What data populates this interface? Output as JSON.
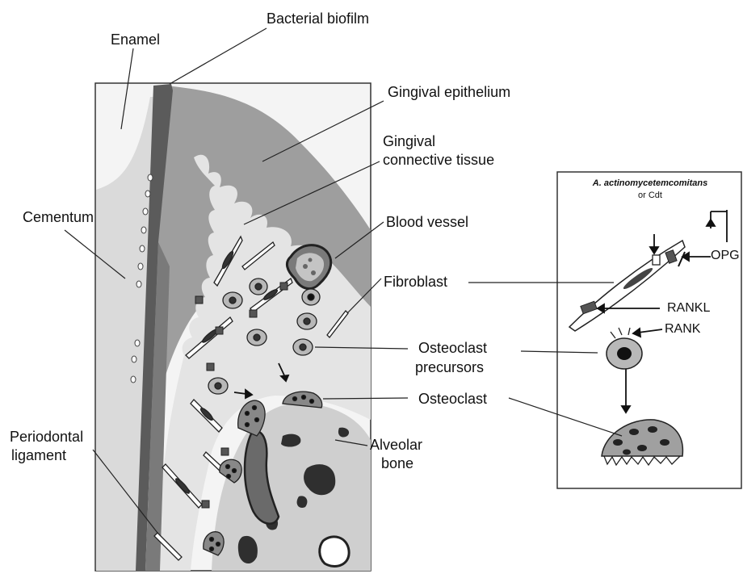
{
  "labels": {
    "bacterial_biofilm": "Bacterial biofilm",
    "enamel": "Enamel",
    "gingival_epithelium": "Gingival epithelium",
    "gingival_connective_tissue_1": "Gingival",
    "gingival_connective_tissue_2": "connective tissue",
    "cementum": "Cementum",
    "blood_vessel": "Blood vessel",
    "fibroblast": "Fibroblast",
    "osteoclast_precursors_1": "Osteoclast",
    "osteoclast_precursors_2": "precursors",
    "osteoclast": "Osteoclast",
    "periodontal_ligament_1": "Periodontal",
    "periodontal_ligament_2": "ligament",
    "alveolar_bone_1": "Alveolar",
    "alveolar_bone_2": "bone"
  },
  "inset": {
    "title_line1": "A. actinomycetemcomitans",
    "title_line2": "or Cdt",
    "opg": "OPG",
    "rankl": "RANKL",
    "rank": "RANK"
  },
  "colors": {
    "tooth": "#d4d4d4",
    "enamel_edge": "#5e5e5e",
    "epithelium": "#9b9b9b",
    "tissue": "#e3e3e3",
    "cell_fill": "#b5b5b5",
    "dark": "#262626"
  }
}
